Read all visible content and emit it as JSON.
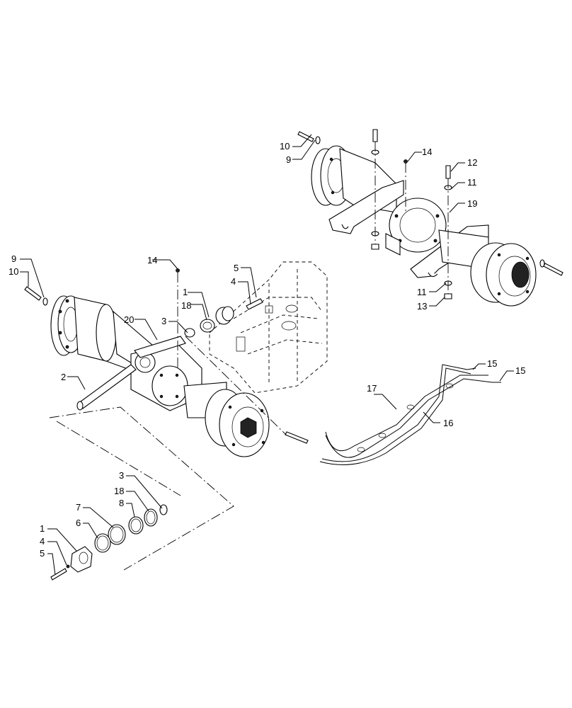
{
  "callouts": {
    "c1_a": "1",
    "c2": "2",
    "c3_a": "3",
    "c4_a": "4",
    "c5_a": "5",
    "c9_a": "9",
    "c10_a": "10",
    "c14_a": "14",
    "c18_a": "18",
    "c20": "20",
    "c10_b": "10",
    "c9_b": "9",
    "c14_b": "14",
    "c12": "12",
    "c11_a": "11",
    "c19": "19",
    "c11_b": "11",
    "c13": "13",
    "c15_a": "15",
    "c15_b": "15",
    "c17": "17",
    "c16": "16",
    "c3_b": "3",
    "c18_b": "18",
    "c7": "7",
    "c8": "8",
    "c6": "6",
    "c1_b": "1",
    "c4_b": "4",
    "c5_b": "5"
  }
}
